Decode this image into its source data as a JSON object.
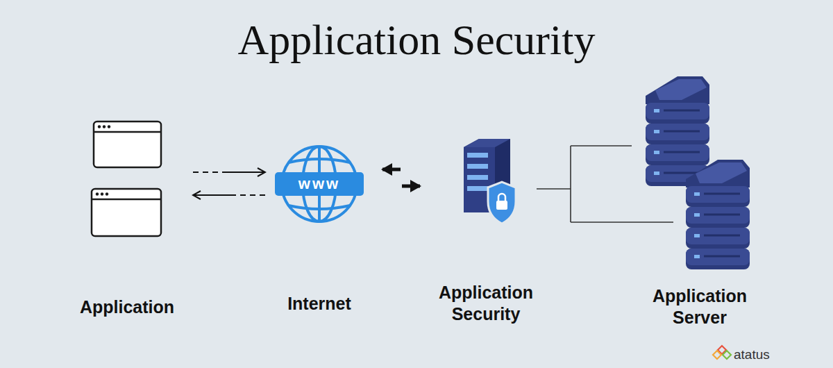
{
  "diagram": {
    "title": "Application Security",
    "nodes": [
      {
        "text": [
          "Application"
        ]
      },
      {
        "text": [
          "Internet"
        ]
      },
      {
        "text": [
          "Application Security"
        ]
      },
      {
        "text": [
          "Application Server"
        ]
      }
    ],
    "edges": [
      {
        "from": 0,
        "to": 1,
        "arrow": "both"
      },
      {
        "from": 1,
        "to": 2,
        "arrow": "both"
      },
      {
        "from": 2,
        "to": 3,
        "arrow": "none"
      }
    ],
    "labels": [
      "www",
      "atatus"
    ]
  }
}
